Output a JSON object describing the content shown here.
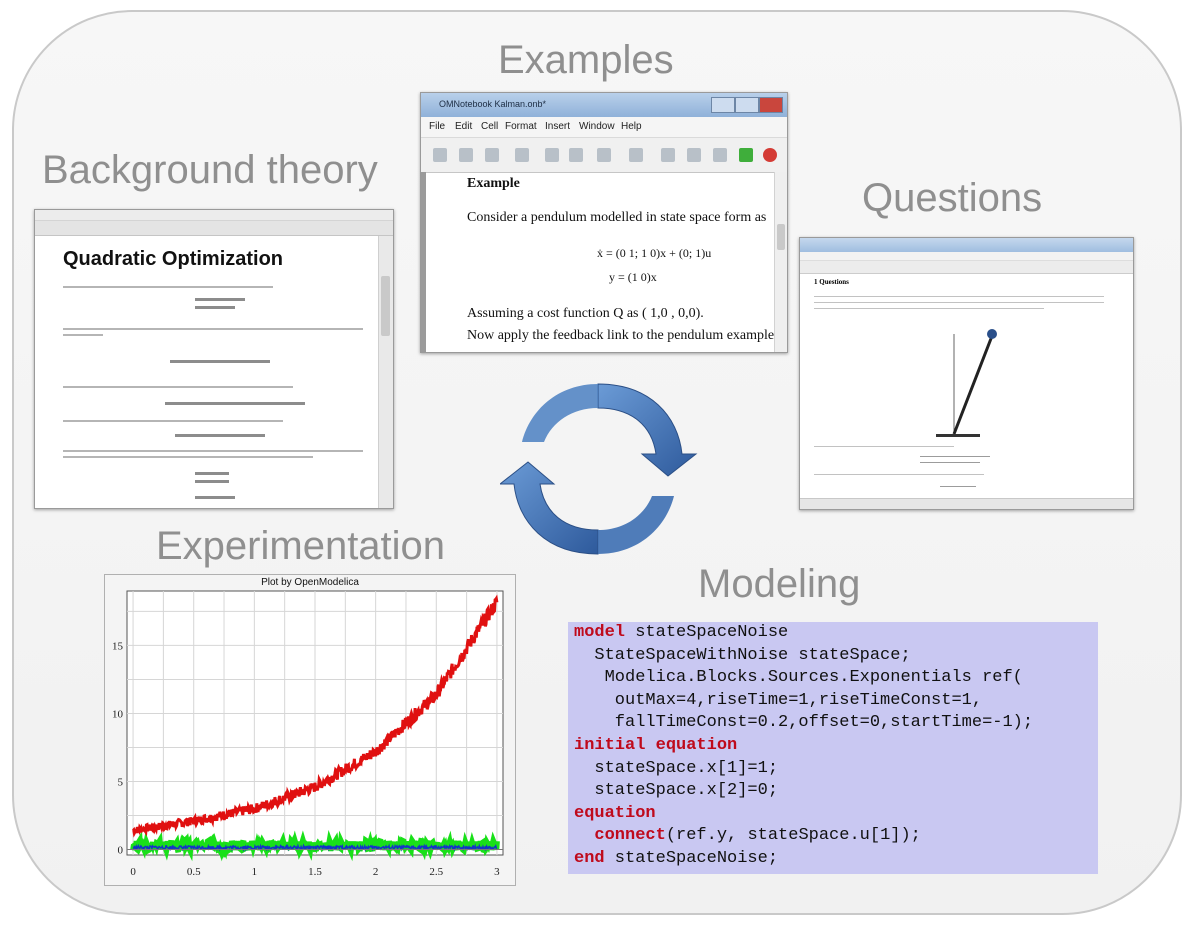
{
  "headings": {
    "examples": "Examples",
    "background_theory": "Background theory",
    "questions": "Questions",
    "experimentation": "Experimentation",
    "modeling": "Modeling"
  },
  "background_doc": {
    "title": "Quadratic Optimization"
  },
  "examples_doc": {
    "window_title": "OMNotebook Kalman.onb*",
    "menu": [
      "File",
      "Edit",
      "Cell",
      "Format",
      "Insert",
      "Window",
      "Help"
    ],
    "heading": "Example",
    "sentence": "Consider a pendulum modelled in state space form as",
    "equation_state": "ẋ = (0 1; 1 0)x + (0; 1)u",
    "equation_output": "y = (1   0)x",
    "assumption": "Assuming a cost function Q as ( 1,0 , 0,0).",
    "instruction": "Now apply the feedback link to the pendulum example from above"
  },
  "questions_doc": {
    "heading": "1  Questions"
  },
  "plot": {
    "title": "Plot by OpenModelica"
  },
  "chart_data": {
    "type": "line",
    "title": "Plot by OpenModelica",
    "xlabel": "",
    "ylabel": "",
    "x_ticks": [
      "0",
      "0.5",
      "1",
      "1.5",
      "2",
      "2.5",
      "3"
    ],
    "y_ticks": [
      "0",
      "5",
      "10",
      "15"
    ],
    "xlim": [
      -0.05,
      3.05
    ],
    "ylim": [
      -0.4,
      19
    ],
    "grid": true,
    "series": [
      {
        "color": "#e01010",
        "x": [
          0,
          0.5,
          1,
          1.5,
          2,
          2.5,
          3
        ],
        "y": [
          1.4,
          2.1,
          3.0,
          4.6,
          7.2,
          11.4,
          18.2
        ]
      },
      {
        "color": "#19e019",
        "x": [
          0,
          0.5,
          1,
          1.5,
          2,
          2.5,
          3
        ],
        "y": [
          0.3,
          0.3,
          0.3,
          0.3,
          0.3,
          0.3,
          0.3
        ]
      },
      {
        "color": "#1633c8",
        "x": [
          0,
          0.5,
          1,
          1.5,
          2,
          2.5,
          3
        ],
        "y": [
          0.15,
          0.15,
          0.15,
          0.15,
          0.15,
          0.15,
          0.15
        ]
      }
    ]
  },
  "code": [
    {
      "kw": "model",
      "text": " stateSpaceNoise"
    },
    {
      "kw": "",
      "text": "  StateSpaceWithNoise stateSpace;"
    },
    {
      "kw": "",
      "text": "   Modelica.Blocks.Sources.Exponentials ref("
    },
    {
      "kw": "",
      "text": "    outMax=4,riseTime=1,riseTimeConst=1,"
    },
    {
      "kw": "",
      "text": "    fallTimeConst=0.2,offset=0,startTime=-1);"
    },
    {
      "kw": "initial equation",
      "text": ""
    },
    {
      "kw": "",
      "text": "  stateSpace.x[1]=1;"
    },
    {
      "kw": "",
      "text": "  stateSpace.x[2]=0;"
    },
    {
      "kw": "equation",
      "text": ""
    },
    {
      "kw": "  connect",
      "text": "(ref.y, stateSpace.u[1]);"
    },
    {
      "kw": "end",
      "text": " stateSpaceNoise;"
    }
  ],
  "colors": {
    "code_background": "#c9c8f2",
    "keyword": "#bf0a1c",
    "arrow": "#4a7fc1"
  }
}
